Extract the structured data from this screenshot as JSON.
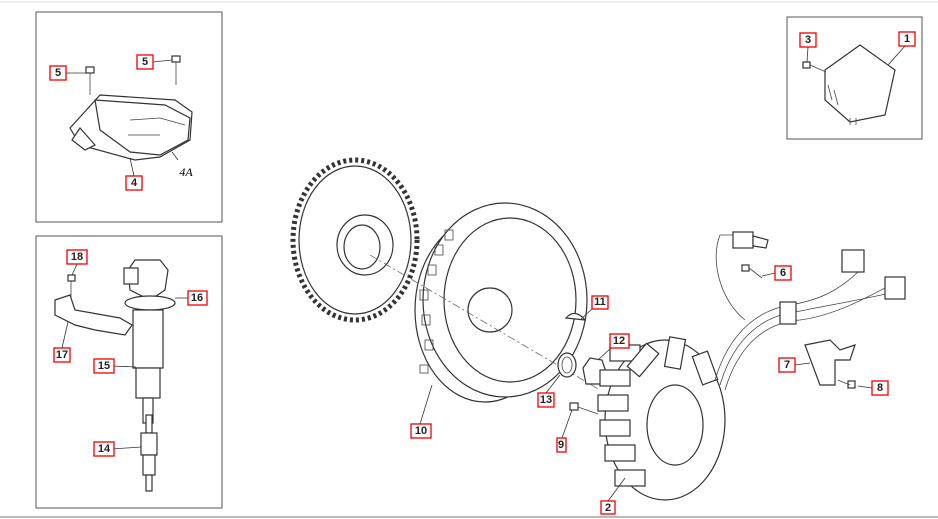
{
  "diagram": {
    "callouts": {
      "c1": "1",
      "c2": "2",
      "c3": "3",
      "c4": "4",
      "c5a": "5",
      "c5b": "5",
      "c6": "6",
      "c7": "7",
      "c8": "8",
      "c9": "9",
      "c10": "10",
      "c11": "11",
      "c12": "12",
      "c13": "13",
      "c14": "14",
      "c15": "15",
      "c16": "16",
      "c17": "17",
      "c18": "18"
    },
    "variant_label": "4A",
    "callout_border_color": "#e00000"
  }
}
